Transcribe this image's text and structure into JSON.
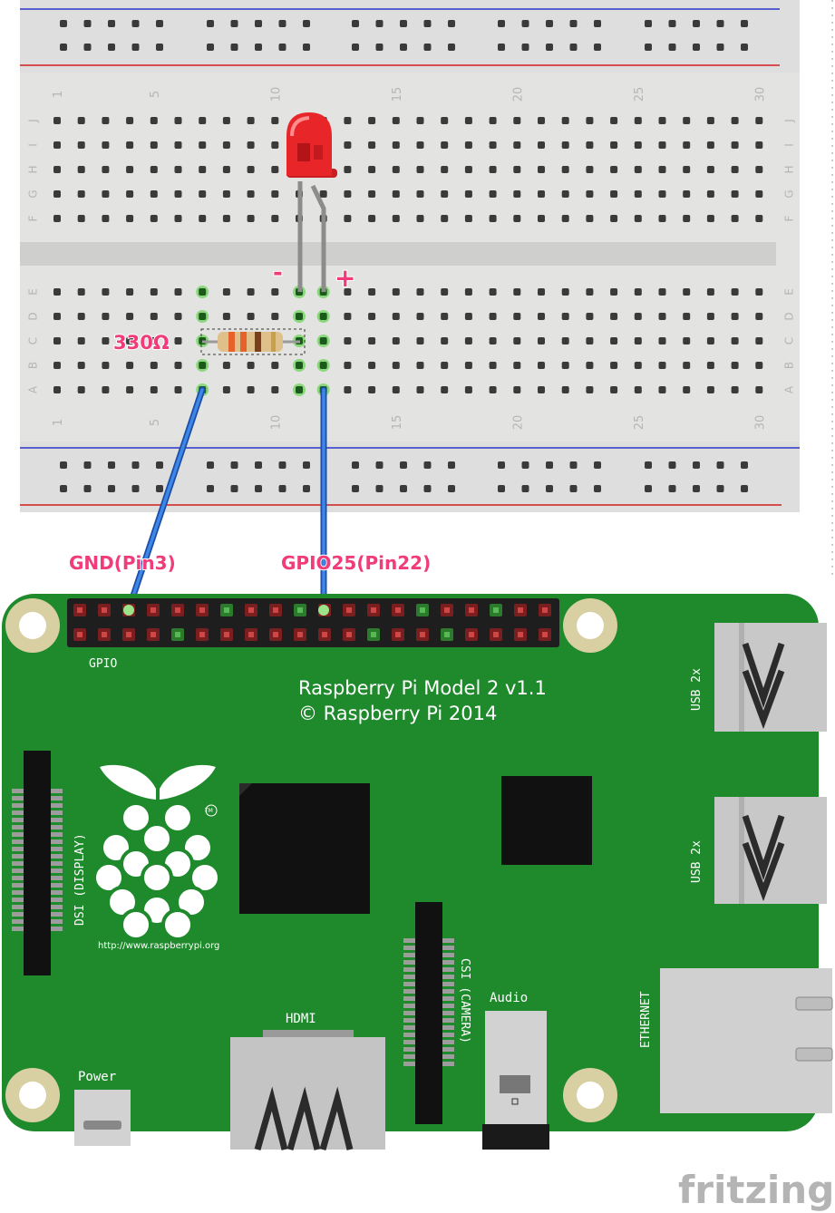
{
  "breadboard": {
    "column_numbers": [
      "1",
      "5",
      "10",
      "15",
      "20",
      "25",
      "30"
    ],
    "row_letters_top": [
      "J",
      "I",
      "H",
      "G",
      "F"
    ],
    "row_letters_bottom": [
      "E",
      "D",
      "C",
      "B",
      "A"
    ]
  },
  "labels": {
    "minus": "-",
    "plus": "+",
    "resistor": "330Ω",
    "gnd": "GND(Pin3)",
    "gpio25": "GPIO25(Pin22)"
  },
  "board": {
    "gpio": "GPIO",
    "title_line1": "Raspberry Pi Model 2 v1.1",
    "title_line2": "© Raspberry Pi 2014",
    "usb1": "USB 2x",
    "usb2": "USB 2x",
    "dsi": "DSI (DISPLAY)",
    "csi": "CSI (CAMERA)",
    "audio": "Audio",
    "hdmi": "HDMI",
    "power": "Power",
    "ethernet": "ETHERNET",
    "url": "http://www.raspberrypi.org",
    "tm": "TM"
  },
  "watermark": "fritzing",
  "colors": {
    "board_green": "#1f8a2c",
    "wire_blue": "#2f6fd1",
    "led_red": "#e8262a",
    "label_pink": "#f03c7a",
    "rail_red": "#d21f1f",
    "rail_blue": "#2a35c8",
    "breadboard": "#e3e3e1"
  }
}
